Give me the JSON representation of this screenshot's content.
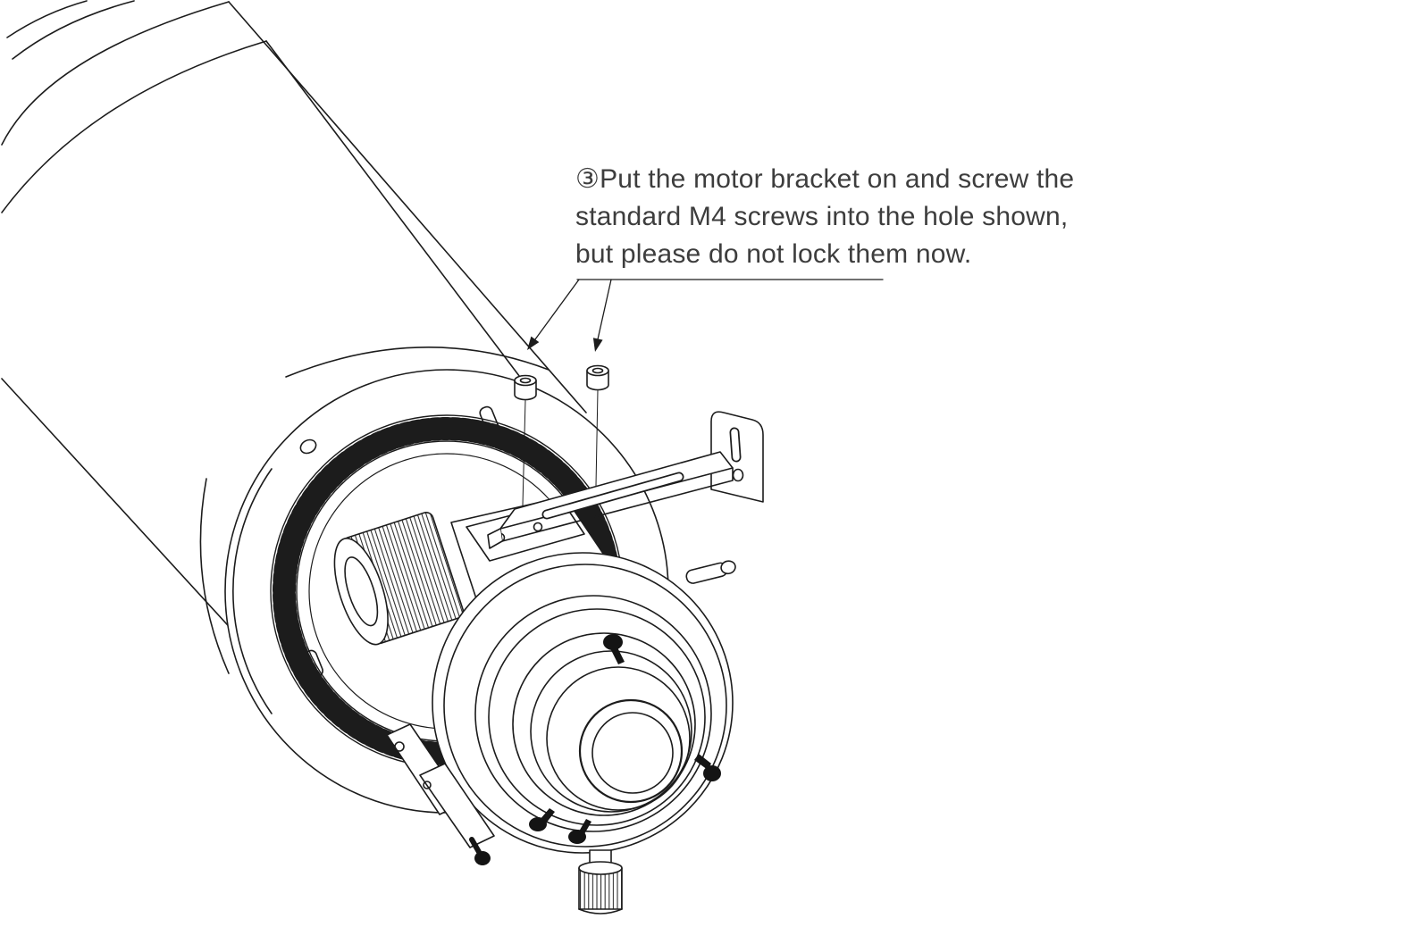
{
  "page": {
    "background_color": "#ffffff",
    "line_color": "#1c1c1c",
    "text_color": "#3d3d3d"
  },
  "annotation": {
    "lines": [
      "③Put the motor bracket on and screw the",
      "standard M4 screws into the hole shown,",
      "but please do not lock them now."
    ]
  },
  "diagram": {
    "name": "telescope-focuser-motor-bracket-installation",
    "parts": [
      "telescope-tube",
      "focuser-flange",
      "gear-ring",
      "focus-knob",
      "drawtube",
      "motor-bracket",
      "m4-screw-left",
      "m4-screw-right"
    ]
  }
}
